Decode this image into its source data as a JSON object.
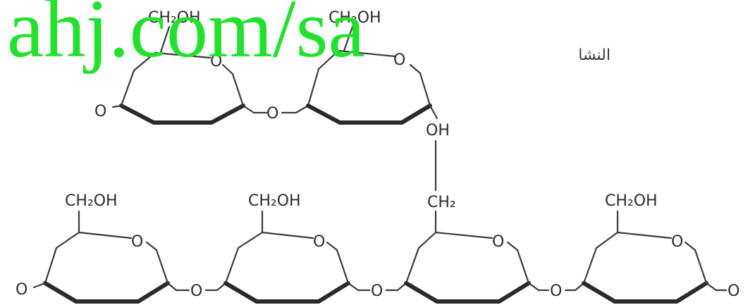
{
  "caption": "النشا",
  "watermark": "ahj.com/sa",
  "labels": {
    "ch2oh": "CH₂OH",
    "ch2": "CH₂",
    "oh": "OH",
    "o": "O"
  },
  "colors": {
    "watermark": "#22e12e",
    "ink": "#2b2b2b"
  }
}
